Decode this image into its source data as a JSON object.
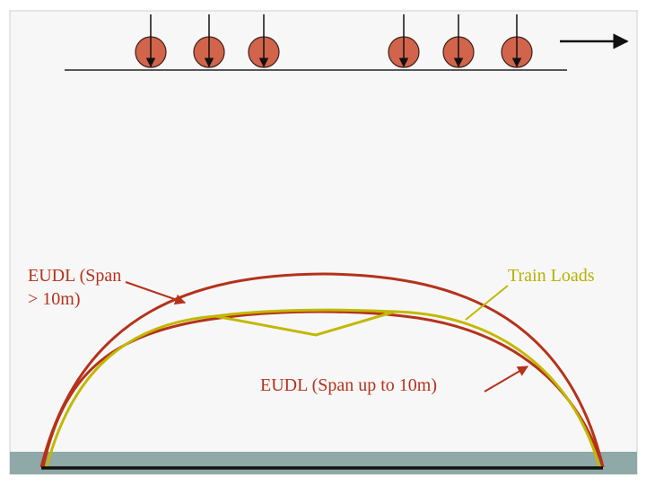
{
  "colors": {
    "eudl": "#b5321b",
    "train": "#c2b800",
    "wheel": "#d2644c",
    "footer_band": "#8fa8a8",
    "panel": "#f7f7f7"
  },
  "labels": {
    "eudl_large_line1": "EUDL (Span",
    "eudl_large_line2": "> 10m)",
    "train_loads": "Train Loads",
    "eudl_small": "EUDL (Span up to 10m)"
  },
  "train": {
    "axle_groups": 2,
    "axles_per_group": 3,
    "direction": "right"
  },
  "icons": {
    "wheel": "circle",
    "load_arrow": "arrow-down",
    "travel_arrow": "arrow-right"
  }
}
